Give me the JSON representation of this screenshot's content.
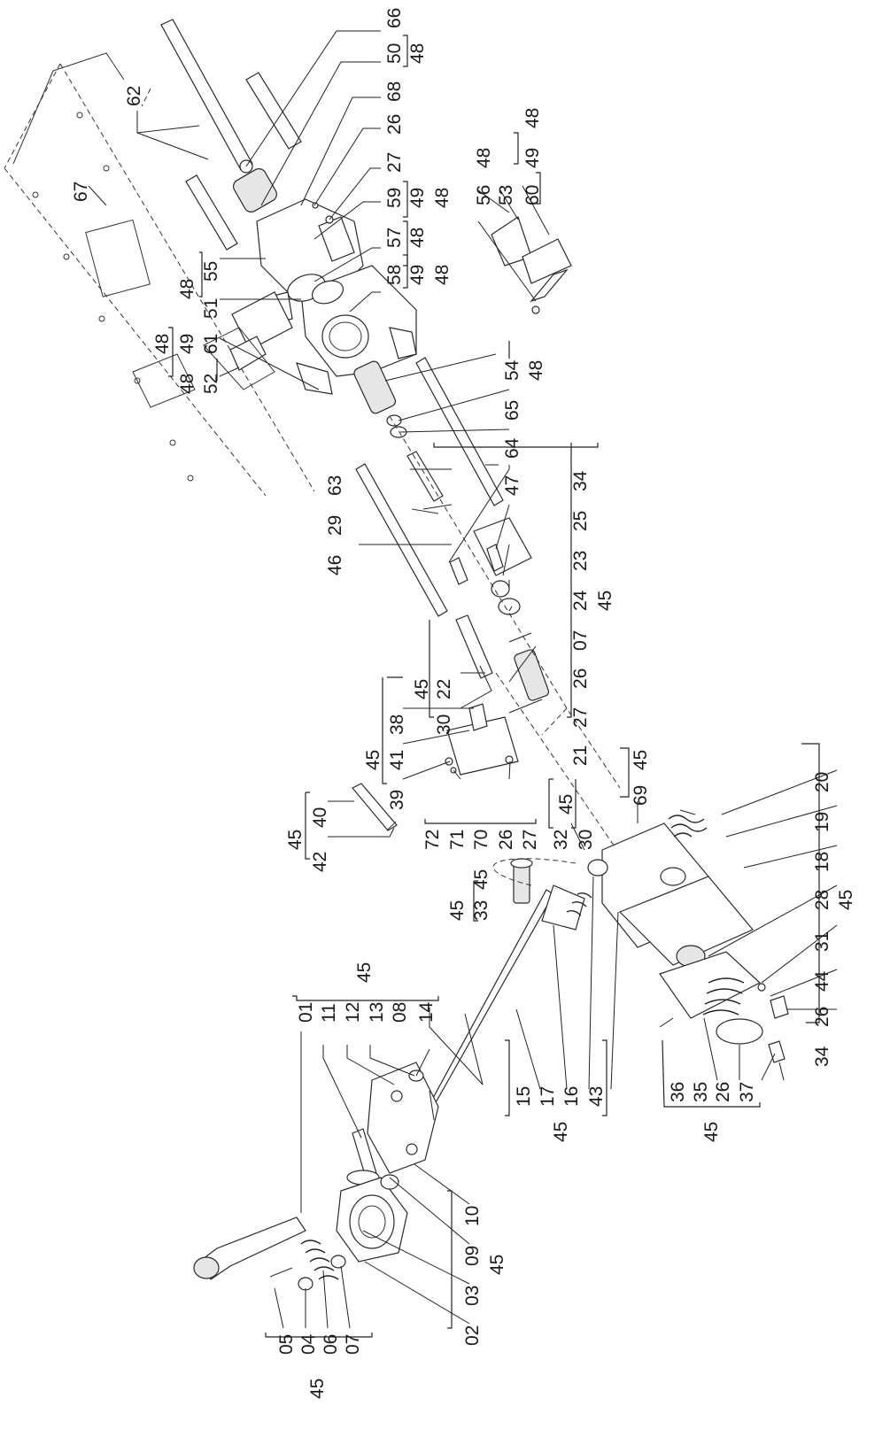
{
  "labels": {
    "l01": "01",
    "l02": "02",
    "l03": "03",
    "l04": "04",
    "l05": "05",
    "l06": "06",
    "l07": "07",
    "l08": "08",
    "l09": "09",
    "l10": "10",
    "l11": "11",
    "l12": "12",
    "l13": "13",
    "l14": "14",
    "l15": "15",
    "l16": "16",
    "l17": "17",
    "l18": "18",
    "l19": "19",
    "l20": "20",
    "l21": "21",
    "l22": "22",
    "l23": "23",
    "l24": "24",
    "l25": "25",
    "l26": "26",
    "l27": "27",
    "l28": "28",
    "l29": "29",
    "l30": "30",
    "l31": "31",
    "l32": "32",
    "l33": "33",
    "l34": "34",
    "l35": "35",
    "l36": "36",
    "l37": "37",
    "l38": "38",
    "l39": "39",
    "l40": "40",
    "l41": "41",
    "l42": "42",
    "l43": "43",
    "l44": "44",
    "l45": "45",
    "l46": "46",
    "l47": "47",
    "l48": "48",
    "l49": "49",
    "l50": "50",
    "l51": "51",
    "l52": "52",
    "l53": "53",
    "l54": "54",
    "l55": "55",
    "l56": "56",
    "l57": "57",
    "l58": "58",
    "l59": "59",
    "l60": "60",
    "l61": "61",
    "l62": "62",
    "l63": "63",
    "l64": "64",
    "l65": "65",
    "l66": "66",
    "l67": "67",
    "l68": "68",
    "l69": "69",
    "l70": "70",
    "l71": "71",
    "l72": "72"
  },
  "colors": {
    "ink": "#1a1a1a",
    "paper": "#ffffff",
    "shade": "#e6e6e6"
  }
}
